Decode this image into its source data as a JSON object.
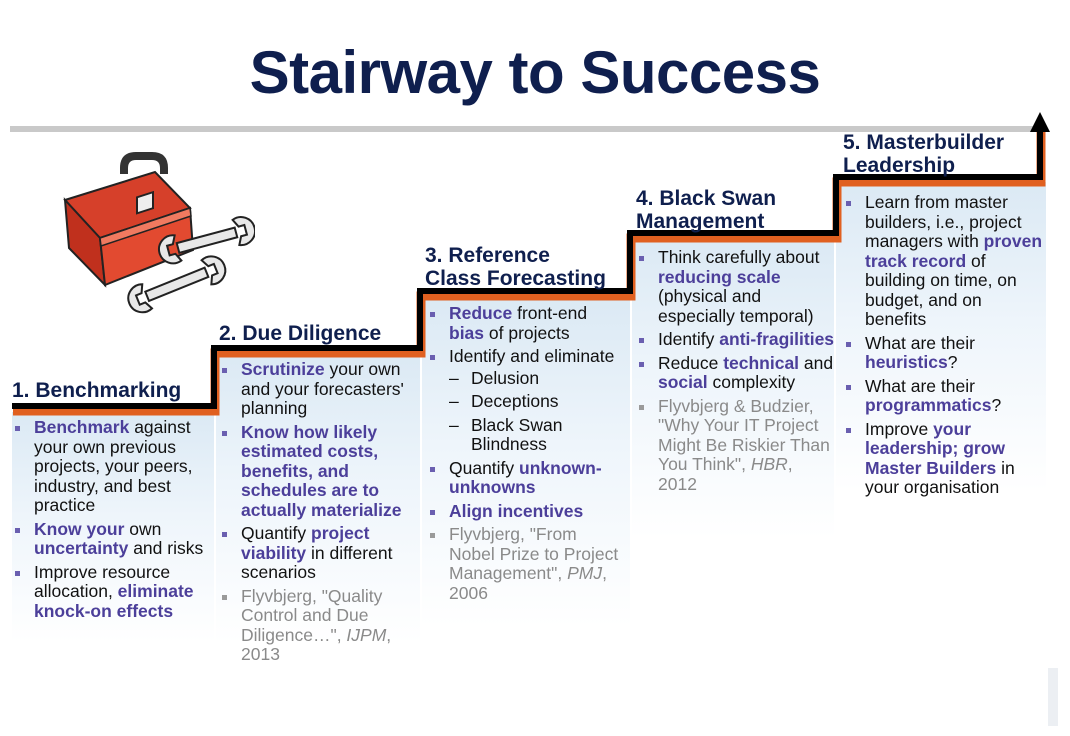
{
  "title": "Stairway to Success",
  "colors": {
    "title": "#0f1f4e",
    "highlight": "#4c3f9a",
    "stair_line": "#000000",
    "stair_edge": "#e06020",
    "reference_text": "#8a8a8a"
  },
  "icons": [
    "toolbox-icon",
    "wrench-icon",
    "arrow-up-icon"
  ],
  "steps": [
    {
      "title_lines": [
        "1. Benchmarking"
      ],
      "bullets": [
        [
          {
            "t": "Benchmark",
            "h": true
          },
          {
            "t": " against your own previous projects, your peers, industry, and best practice"
          }
        ],
        [
          {
            "t": "Know your",
            "h": true
          },
          {
            "t": " own "
          },
          {
            "t": "uncertainty",
            "h": true
          },
          {
            "t": " and risks"
          }
        ],
        [
          {
            "t": "Improve resource allocation, "
          },
          {
            "t": "eliminate knock-on effects",
            "h": true
          }
        ]
      ]
    },
    {
      "title_lines": [
        "2. Due Diligence"
      ],
      "bullets": [
        [
          {
            "t": "Scrutinize",
            "h": true
          },
          {
            "t": " your own and your forecasters' planning"
          }
        ],
        [
          {
            "t": "Know how likely estimated costs, benefits, and schedules are to actually materialize",
            "h": true
          }
        ],
        [
          {
            "t": "Quantify "
          },
          {
            "t": "project viability",
            "h": true
          },
          {
            "t": " in different scenarios"
          }
        ],
        {
          "ref": true,
          "parts": [
            {
              "t": "Flyvbjerg, \"Quality Control and Due Diligence…\", "
            },
            {
              "t": "IJPM",
              "i": true
            },
            {
              "t": ", 2013"
            }
          ]
        }
      ]
    },
    {
      "title_lines": [
        "3. Reference",
        "Class Forecasting"
      ],
      "bullets": [
        [
          {
            "t": "Reduce",
            "h": true
          },
          {
            "t": " front-end "
          },
          {
            "t": "bias",
            "h": true
          },
          {
            "t": " of projects"
          }
        ],
        {
          "parts": [
            {
              "t": "Identify and eliminate"
            }
          ],
          "sub": [
            "Delusion",
            "Deceptions",
            "Black Swan Blindness"
          ]
        },
        [
          {
            "t": "Quantify "
          },
          {
            "t": "unknown-unknowns",
            "h": true
          }
        ],
        [
          {
            "t": "Align incentives",
            "h": true
          }
        ],
        {
          "ref": true,
          "parts": [
            {
              "t": "Flyvbjerg, \"From Nobel Prize to Project Management\", "
            },
            {
              "t": "PMJ",
              "i": true
            },
            {
              "t": ", 2006"
            }
          ]
        }
      ]
    },
    {
      "title_lines": [
        "4. Black Swan",
        "Management"
      ],
      "bullets": [
        [
          {
            "t": "Think carefully about "
          },
          {
            "t": "reducing scale",
            "h": true
          },
          {
            "t": " (physical and especially temporal)"
          }
        ],
        [
          {
            "t": "Identify "
          },
          {
            "t": "anti-fragilities",
            "h": true
          }
        ],
        [
          {
            "t": "Reduce "
          },
          {
            "t": "technical",
            "h": true
          },
          {
            "t": " and "
          },
          {
            "t": "social",
            "h": true
          },
          {
            "t": " complexity"
          }
        ],
        {
          "ref": true,
          "parts": [
            {
              "t": "Flyvbjerg & Budzier, \"Why Your IT Project Might Be Riskier Than You Think\", "
            },
            {
              "t": "HBR",
              "i": true
            },
            {
              "t": ", 2012"
            }
          ]
        }
      ]
    },
    {
      "title_lines": [
        "5. Masterbuilder",
        "Leadership"
      ],
      "bullets": [
        [
          {
            "t": "Learn from master builders, i.e., project managers with "
          },
          {
            "t": "proven track record",
            "h": true
          },
          {
            "t": " of building on time, on budget, and on benefits"
          }
        ],
        [
          {
            "t": "What are their "
          },
          {
            "t": "heuristics",
            "h": true
          },
          {
            "t": "?"
          }
        ],
        [
          {
            "t": "What are their "
          },
          {
            "t": "programmatics",
            "h": true
          },
          {
            "t": "?"
          }
        ],
        [
          {
            "t": "Improve "
          },
          {
            "t": "your leadership; grow Master Builders",
            "h": true
          },
          {
            "t": " in your organisation"
          }
        ]
      ]
    }
  ]
}
